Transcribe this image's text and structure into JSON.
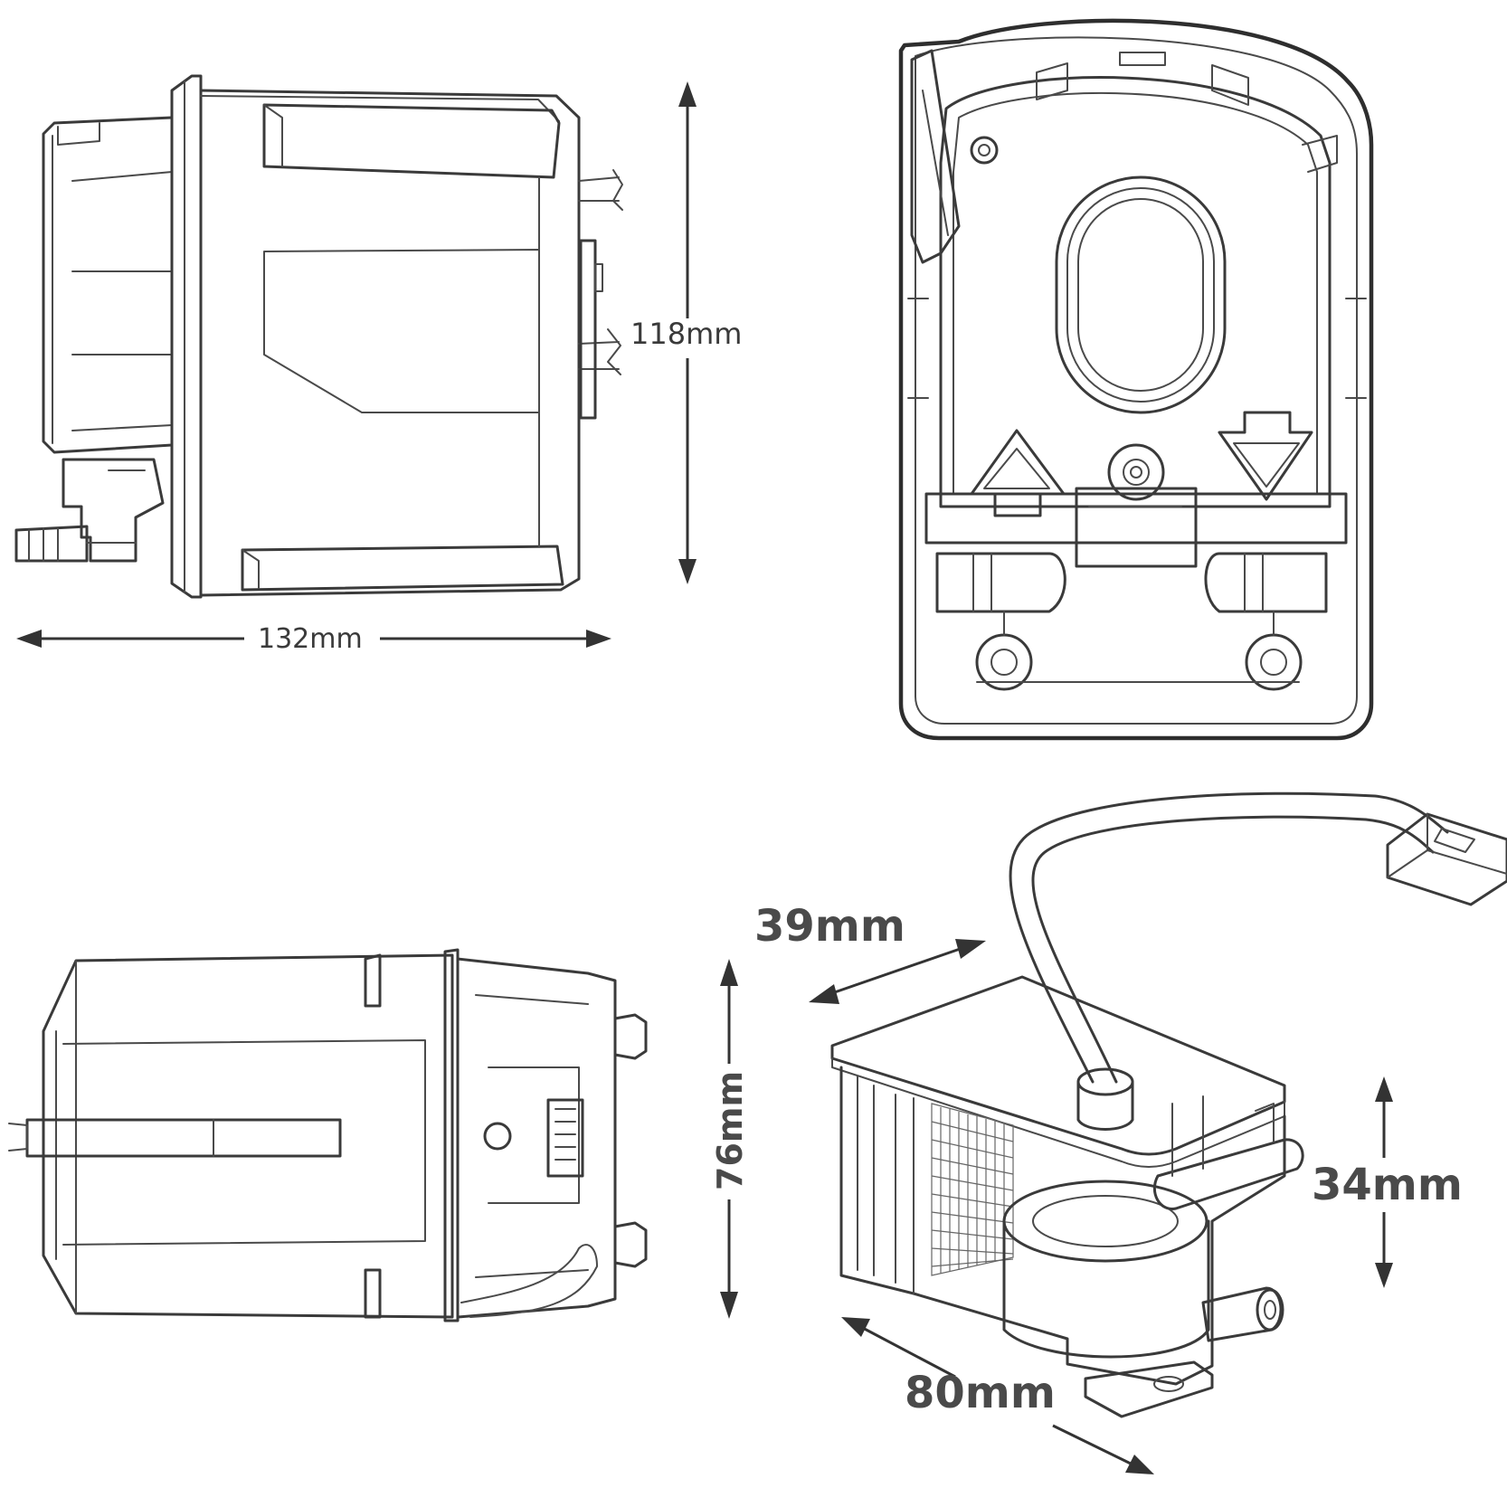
{
  "dimensions": {
    "side_view_height": "118mm",
    "side_view_length": "132mm",
    "top_view_height": "76mm",
    "isometric_depth": "39mm",
    "isometric_height": "34mm",
    "isometric_length": "80mm"
  },
  "colors": {
    "line": "#3a3a3a",
    "background": "#ffffff"
  }
}
